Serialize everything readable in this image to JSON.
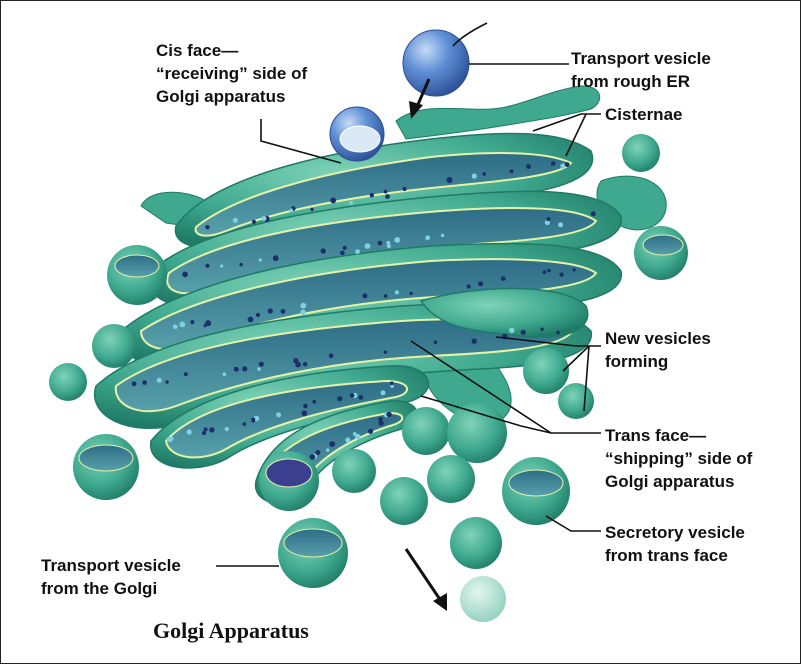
{
  "caption": "Golgi Apparatus",
  "labels": {
    "cis_face": [
      "Cis face—",
      "“receiving” side of",
      "Golgi apparatus"
    ],
    "transport_vesicle_er": [
      "Transport vesicle",
      "from rough ER"
    ],
    "cisternae": [
      "Cisternae"
    ],
    "new_vesicles": [
      "New vesicles",
      "forming"
    ],
    "trans_face": [
      "Trans face—",
      "“shipping” side of",
      "Golgi apparatus"
    ],
    "secretory_vesicle": [
      "Secretory vesicle",
      "from trans face"
    ],
    "transport_vesicle_golgi": [
      "Transport vesicle",
      "from the Golgi"
    ]
  },
  "colors": {
    "membrane": "#3fa98f",
    "membrane_dark": "#1f7a66",
    "lumen": "#4c8fa0",
    "rim": "#e6f2a6",
    "vesicle_blue": "#4f7ec6",
    "dots": "#1d2f6b"
  }
}
